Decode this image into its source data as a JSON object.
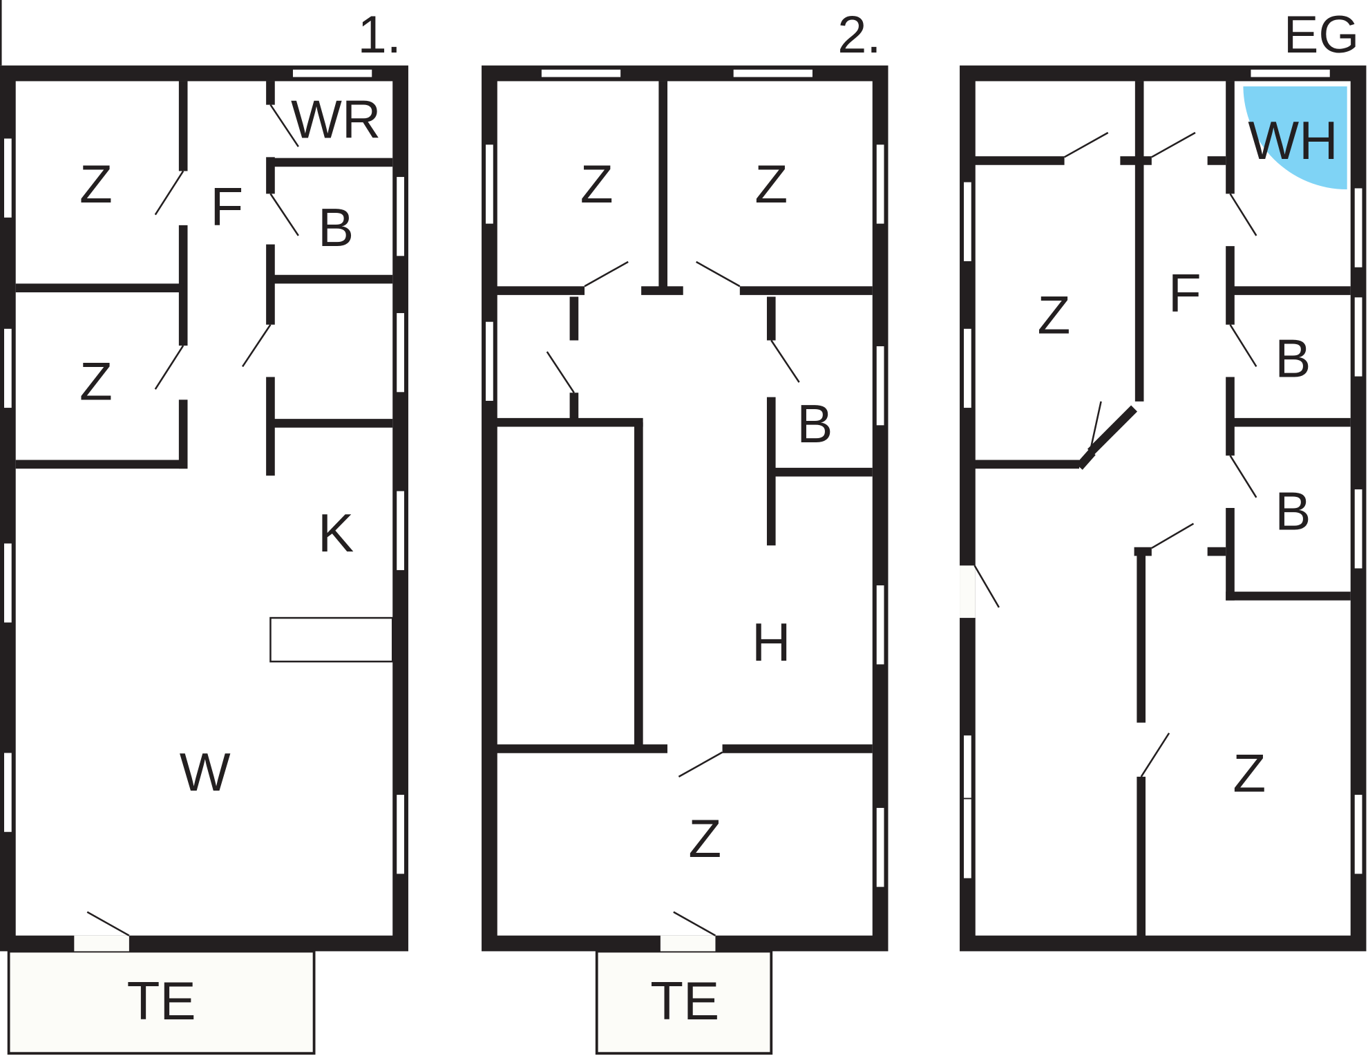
{
  "plans": [
    {
      "title": "1.",
      "rooms": [
        "Z",
        "Z",
        "F",
        "WR",
        "B",
        "K",
        "W",
        "TE"
      ]
    },
    {
      "title": "2.",
      "rooms": [
        "Z",
        "Z",
        "B",
        "H",
        "Z",
        "TE"
      ]
    },
    {
      "title": "EG",
      "rooms": [
        "WH",
        "Z",
        "F",
        "B",
        "B",
        "Z"
      ]
    }
  ],
  "colors": {
    "wall": "#231f20",
    "floor": "#fcfcf8",
    "wet_area": "#7fd3f5"
  }
}
